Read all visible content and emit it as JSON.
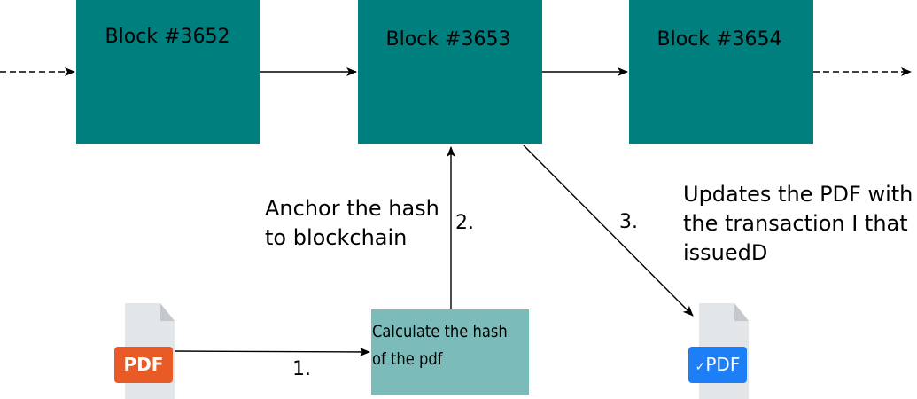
{
  "blocks": [
    {
      "label": "Block #3652"
    },
    {
      "label": "Block #3653"
    },
    {
      "label": "Block #3654"
    }
  ],
  "hash_box": {
    "line1": "Calculate the hash",
    "line2": "of the pdf"
  },
  "anchor_text": {
    "line1": "Anchor the hash",
    "line2": "to blockchain"
  },
  "update_text": {
    "line1": "Updates the PDF with",
    "line2": "the transaction I that",
    "line3": "issuedD"
  },
  "steps": {
    "one": "1.",
    "two": "2.",
    "three": "3."
  },
  "source_doc": {
    "badge": "PDF",
    "badge_color": "#e95b26",
    "icon": "pdf-file-icon"
  },
  "result_doc": {
    "badge": "PDF",
    "check": "✓",
    "badge_color": "#1e7ef5",
    "icon": "verified-pdf-file-icon"
  },
  "colors": {
    "block": "#007f7f",
    "hash_box": "#7bbcba",
    "page": "#e3e6e9",
    "page_fold": "#c4c8cc"
  }
}
